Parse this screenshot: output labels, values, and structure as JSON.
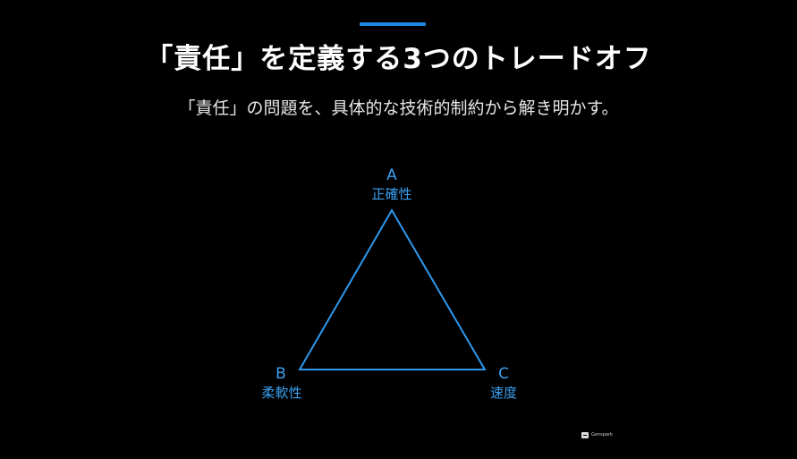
{
  "slide": {
    "title": "「責任」を定義する3つのトレードオフ",
    "subtitle": "「責任」の問題を、具体的な技術的制約から解き明かす。",
    "accent_color": "#1e88e5"
  },
  "diagram": {
    "stroke_color": "#2f98ec",
    "label_color": "#3aa0f0",
    "vertices": [
      {
        "letter": "A",
        "label": "正確性"
      },
      {
        "letter": "B",
        "label": "柔軟性"
      },
      {
        "letter": "C",
        "label": "速度"
      }
    ]
  },
  "branding": {
    "icon": "genspark-logo-icon",
    "text": "Genspark"
  }
}
